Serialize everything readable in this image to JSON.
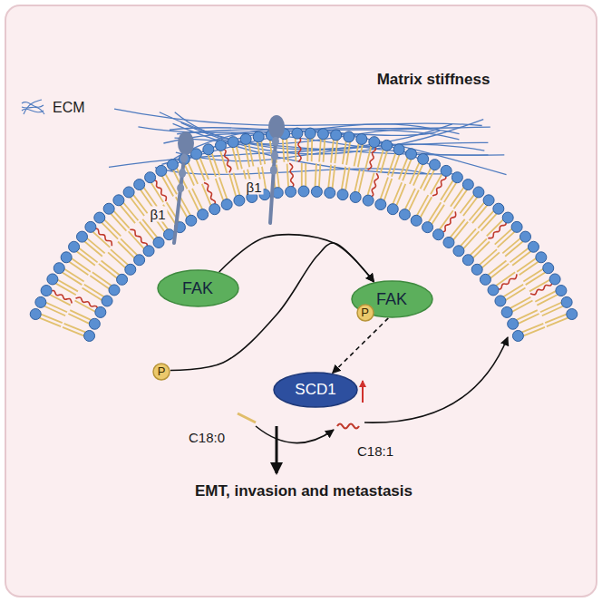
{
  "diagram": {
    "nodes": [
      {
        "text": [
          "FAK"
        ]
      },
      {
        "text": [
          "P"
        ]
      },
      {
        "text": [
          "FAK"
        ]
      },
      {
        "text": [
          "P"
        ],
        "in": 2
      },
      {
        "text": [
          "SCD1"
        ]
      }
    ],
    "edges": [
      {
        "from": 0,
        "to": 2,
        "arrow": "to"
      },
      {
        "from": 1,
        "to": 2,
        "arrow": "to"
      },
      {
        "from": 2,
        "to": 4,
        "arrow": "to"
      }
    ],
    "labels": [
      "Matrix stiffness",
      "β1",
      "β1",
      "C18:0",
      "C18:1",
      "EMT, invasion and metastasis"
    ],
    "legend": [
      {
        "text": "ECM"
      }
    ]
  }
}
